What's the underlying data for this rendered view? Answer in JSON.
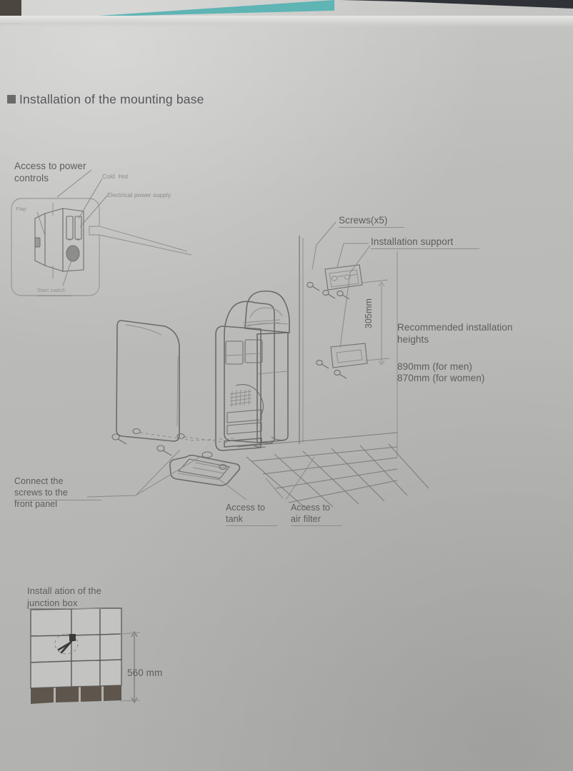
{
  "page": {
    "heading": "Installation of the mounting base",
    "bullet_icon": "square-bullet-icon",
    "paper_color": "#b9b9b7",
    "ink_color": "#5d5d5d"
  },
  "detail_callout": {
    "title": "Access to power\ncontrols",
    "labels": {
      "flap": "Flap",
      "cold_hot": "Cold  Hot",
      "electrical_power_supply": "Electrical power supply",
      "start_switch": "Start switch"
    }
  },
  "wall_mount": {
    "screws": "Screws(x5)",
    "installation_support": "Installation support",
    "bracket_spacing": "305mm",
    "recommended_heights_title": "Recommended installation\nheights",
    "height_men": "890mm (for men)",
    "height_women": "870mm (for women)"
  },
  "exploded_view": {
    "connect_screws": "Connect the\nscrews to the\nfront panel",
    "access_tank": "Access to\ntank",
    "access_air_filter": "Access to\nair filter"
  },
  "junction_box": {
    "title": "Install ation of the\njunction box",
    "height_dimension": "560 mm",
    "tile_rows": 3,
    "tile_cols": 3,
    "baseboard_tiles": 4
  }
}
